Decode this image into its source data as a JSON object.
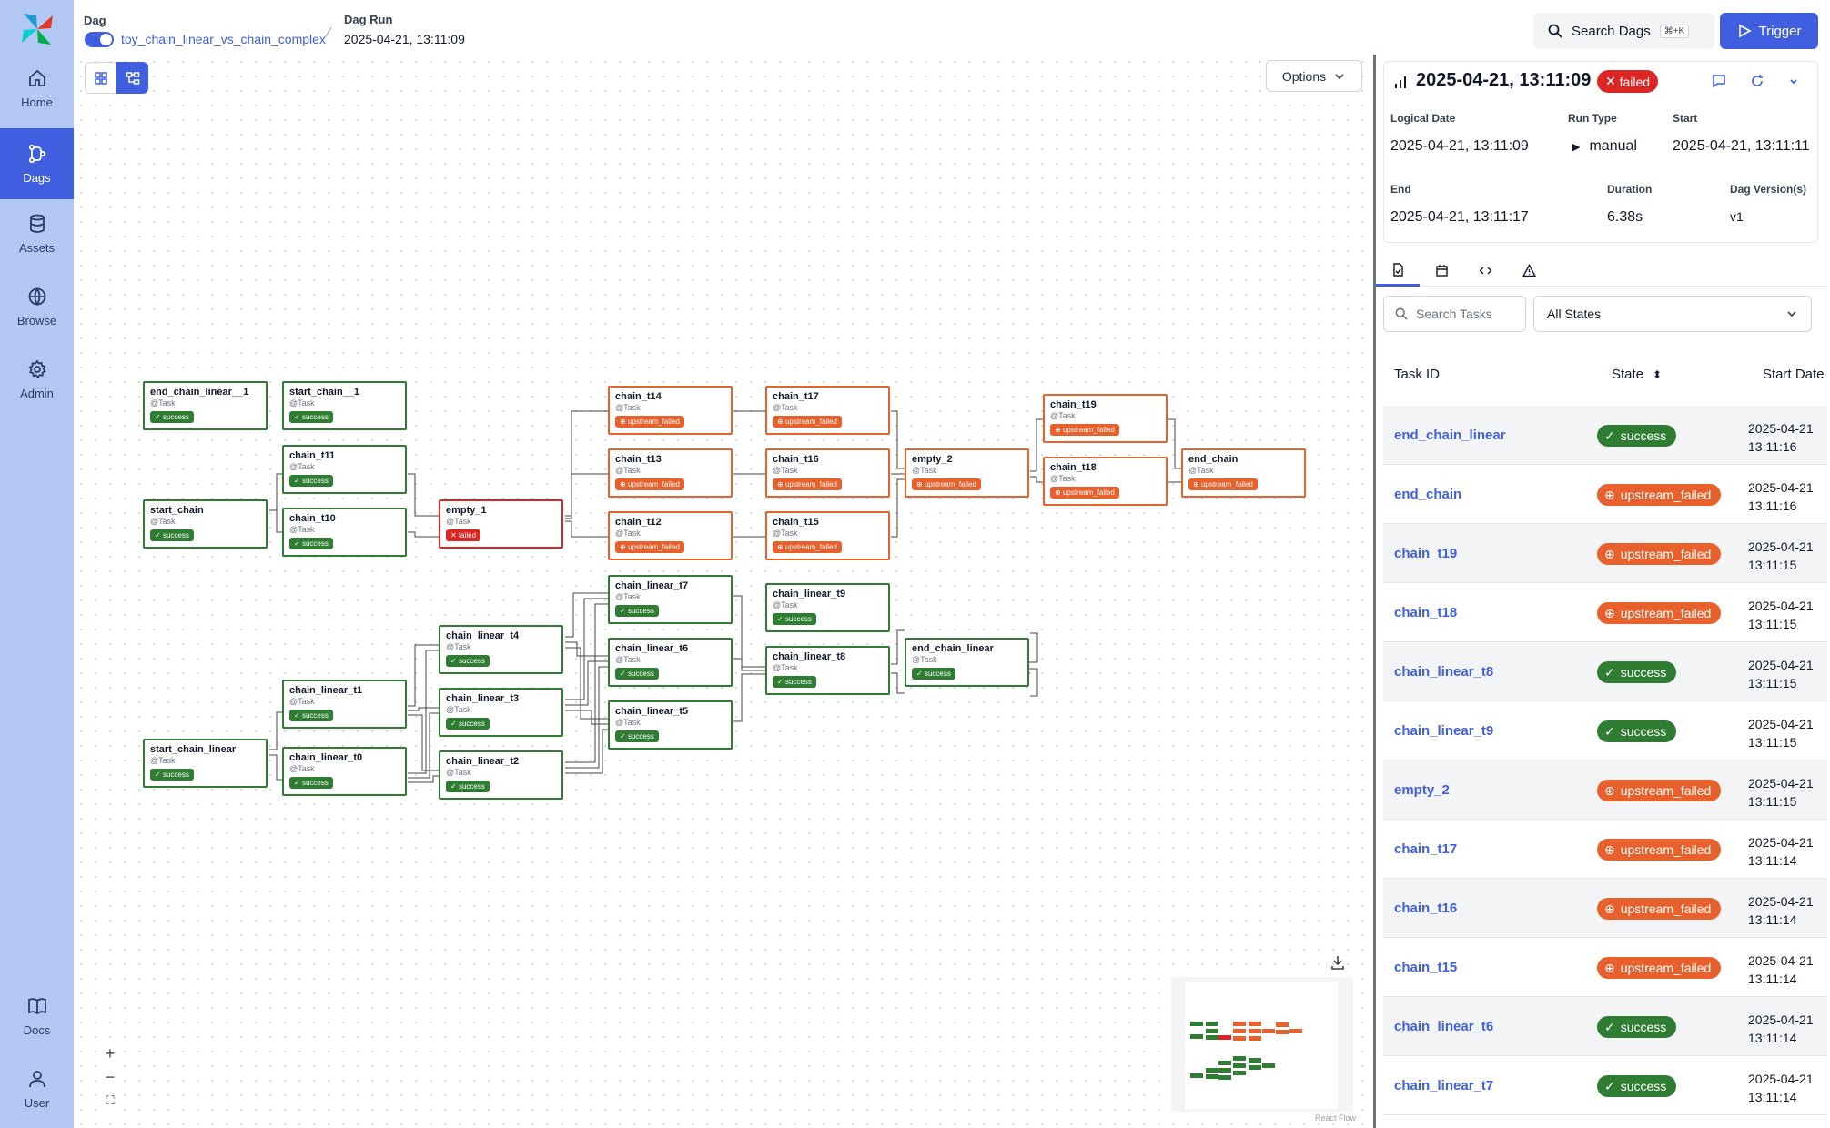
{
  "colors": {
    "accent": "#3f5fe0",
    "success": "#2e7d32",
    "failed": "#dc2626",
    "upstream_failed": "#e8602c",
    "sidebar": "#b3c7f5"
  },
  "sidebar": {
    "items": [
      {
        "label": "Home",
        "icon": "home-icon"
      },
      {
        "label": "Dags",
        "icon": "dags-icon",
        "active": true
      },
      {
        "label": "Assets",
        "icon": "database-icon"
      },
      {
        "label": "Browse",
        "icon": "globe-icon"
      },
      {
        "label": "Admin",
        "icon": "gear-icon"
      }
    ],
    "bottom": [
      {
        "label": "Docs",
        "icon": "book-icon"
      },
      {
        "label": "User",
        "icon": "user-icon"
      }
    ]
  },
  "breadcrumb": {
    "dag_label": "Dag",
    "dag_name": "toy_chain_linear_vs_chain_complex",
    "run_label": "Dag Run",
    "run_value": "2025-04-21, 13:11:09"
  },
  "header": {
    "search_label": "Search Dags",
    "search_shortcut": "⌘+K",
    "trigger_label": "Trigger"
  },
  "graph": {
    "options_label": "Options",
    "zoom": {
      "in": "+",
      "out": "−",
      "fit": "⛶"
    },
    "attribution": "React Flow",
    "nodes": [
      {
        "name": "end_chain_linear__1",
        "type": "@Task",
        "state": "success"
      },
      {
        "name": "start_chain__1",
        "type": "@Task",
        "state": "success"
      },
      {
        "name": "chain_t11",
        "type": "@Task",
        "state": "success"
      },
      {
        "name": "start_chain",
        "type": "@Task",
        "state": "success"
      },
      {
        "name": "chain_t10",
        "type": "@Task",
        "state": "success"
      },
      {
        "name": "empty_1",
        "type": "@Task",
        "state": "failed"
      },
      {
        "name": "chain_t14",
        "type": "@Task",
        "state": "upstream_failed"
      },
      {
        "name": "chain_t13",
        "type": "@Task",
        "state": "upstream_failed"
      },
      {
        "name": "chain_t12",
        "type": "@Task",
        "state": "upstream_failed"
      },
      {
        "name": "chain_t17",
        "type": "@Task",
        "state": "upstream_failed"
      },
      {
        "name": "chain_t16",
        "type": "@Task",
        "state": "upstream_failed"
      },
      {
        "name": "chain_t15",
        "type": "@Task",
        "state": "upstream_failed"
      },
      {
        "name": "empty_2",
        "type": "@Task",
        "state": "upstream_failed"
      },
      {
        "name": "chain_t19",
        "type": "@Task",
        "state": "upstream_failed"
      },
      {
        "name": "chain_t18",
        "type": "@Task",
        "state": "upstream_failed"
      },
      {
        "name": "end_chain",
        "type": "@Task",
        "state": "upstream_failed"
      },
      {
        "name": "chain_linear_t7",
        "type": "@Task",
        "state": "success"
      },
      {
        "name": "chain_linear_t4",
        "type": "@Task",
        "state": "success"
      },
      {
        "name": "chain_linear_t6",
        "type": "@Task",
        "state": "success"
      },
      {
        "name": "chain_linear_t9",
        "type": "@Task",
        "state": "success"
      },
      {
        "name": "chain_linear_t8",
        "type": "@Task",
        "state": "success"
      },
      {
        "name": "end_chain_linear",
        "type": "@Task",
        "state": "success"
      },
      {
        "name": "chain_linear_t1",
        "type": "@Task",
        "state": "success"
      },
      {
        "name": "chain_linear_t3",
        "type": "@Task",
        "state": "success"
      },
      {
        "name": "chain_linear_t5",
        "type": "@Task",
        "state": "success"
      },
      {
        "name": "start_chain_linear",
        "type": "@Task",
        "state": "success"
      },
      {
        "name": "chain_linear_t0",
        "type": "@Task",
        "state": "success"
      },
      {
        "name": "chain_linear_t2",
        "type": "@Task",
        "state": "success"
      }
    ]
  },
  "details": {
    "title": "2025-04-21, 13:11:09",
    "state": "failed",
    "fields": {
      "logical_date_label": "Logical Date",
      "logical_date": "2025-04-21, 13:11:09",
      "run_type_label": "Run Type",
      "run_type": "manual",
      "start_label": "Start",
      "start": "2025-04-21, 13:11:11",
      "end_label": "End",
      "end": "2025-04-21, 13:11:17",
      "duration_label": "Duration",
      "duration": "6.38s",
      "version_label": "Dag Version(s)",
      "version": "v1"
    },
    "tabs": [
      "task-instances-icon",
      "calendar-icon",
      "code-icon",
      "warning-icon"
    ],
    "search_placeholder": "Search Tasks",
    "state_filter": "All States",
    "columns": {
      "task_id": "Task ID",
      "state": "State",
      "start": "Start Date"
    },
    "rows": [
      {
        "task_id": "end_chain_linear",
        "state": "success",
        "date": "2025-04-21",
        "time": "13:11:16"
      },
      {
        "task_id": "end_chain",
        "state": "upstream_failed",
        "date": "2025-04-21",
        "time": "13:11:16"
      },
      {
        "task_id": "chain_t19",
        "state": "upstream_failed",
        "date": "2025-04-21",
        "time": "13:11:15"
      },
      {
        "task_id": "chain_t18",
        "state": "upstream_failed",
        "date": "2025-04-21",
        "time": "13:11:15"
      },
      {
        "task_id": "chain_linear_t8",
        "state": "success",
        "date": "2025-04-21",
        "time": "13:11:15"
      },
      {
        "task_id": "chain_linear_t9",
        "state": "success",
        "date": "2025-04-21",
        "time": "13:11:15"
      },
      {
        "task_id": "empty_2",
        "state": "upstream_failed",
        "date": "2025-04-21",
        "time": "13:11:15"
      },
      {
        "task_id": "chain_t17",
        "state": "upstream_failed",
        "date": "2025-04-21",
        "time": "13:11:14"
      },
      {
        "task_id": "chain_t16",
        "state": "upstream_failed",
        "date": "2025-04-21",
        "time": "13:11:14"
      },
      {
        "task_id": "chain_t15",
        "state": "upstream_failed",
        "date": "2025-04-21",
        "time": "13:11:14"
      },
      {
        "task_id": "chain_linear_t6",
        "state": "success",
        "date": "2025-04-21",
        "time": "13:11:14"
      },
      {
        "task_id": "chain_linear_t7",
        "state": "success",
        "date": "2025-04-21",
        "time": "13:11:14"
      }
    ]
  }
}
